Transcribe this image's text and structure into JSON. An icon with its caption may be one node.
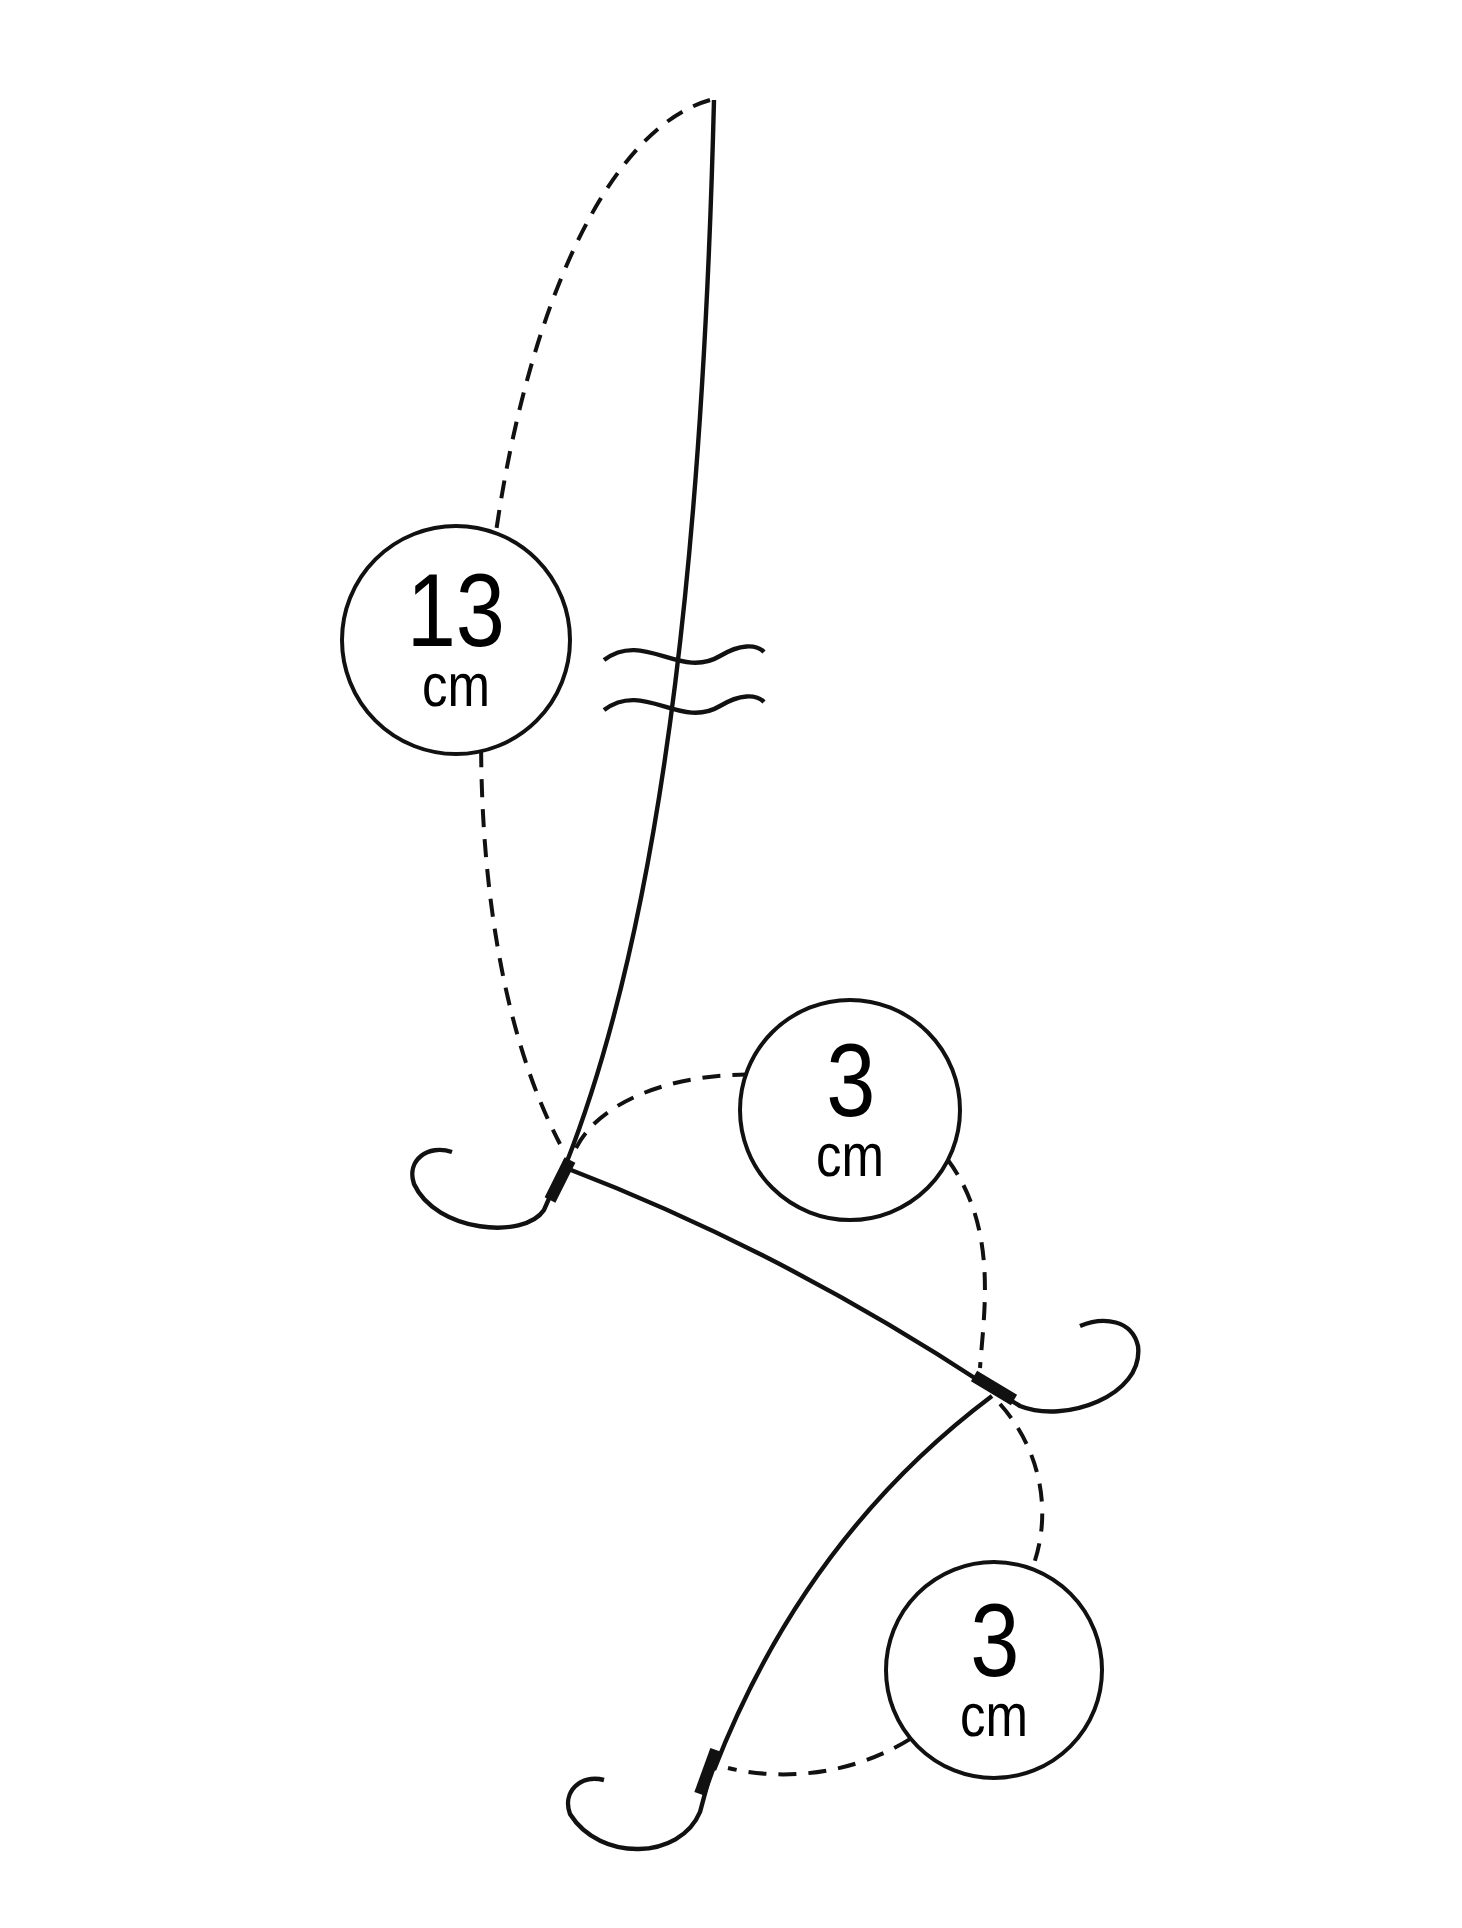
{
  "diagram": {
    "nodes": [
      {
        "text": [
          "13",
          "cm"
        ]
      },
      {
        "text": [
          "3",
          "cm"
        ]
      },
      {
        "text": [
          "3",
          "cm"
        ]
      }
    ]
  }
}
